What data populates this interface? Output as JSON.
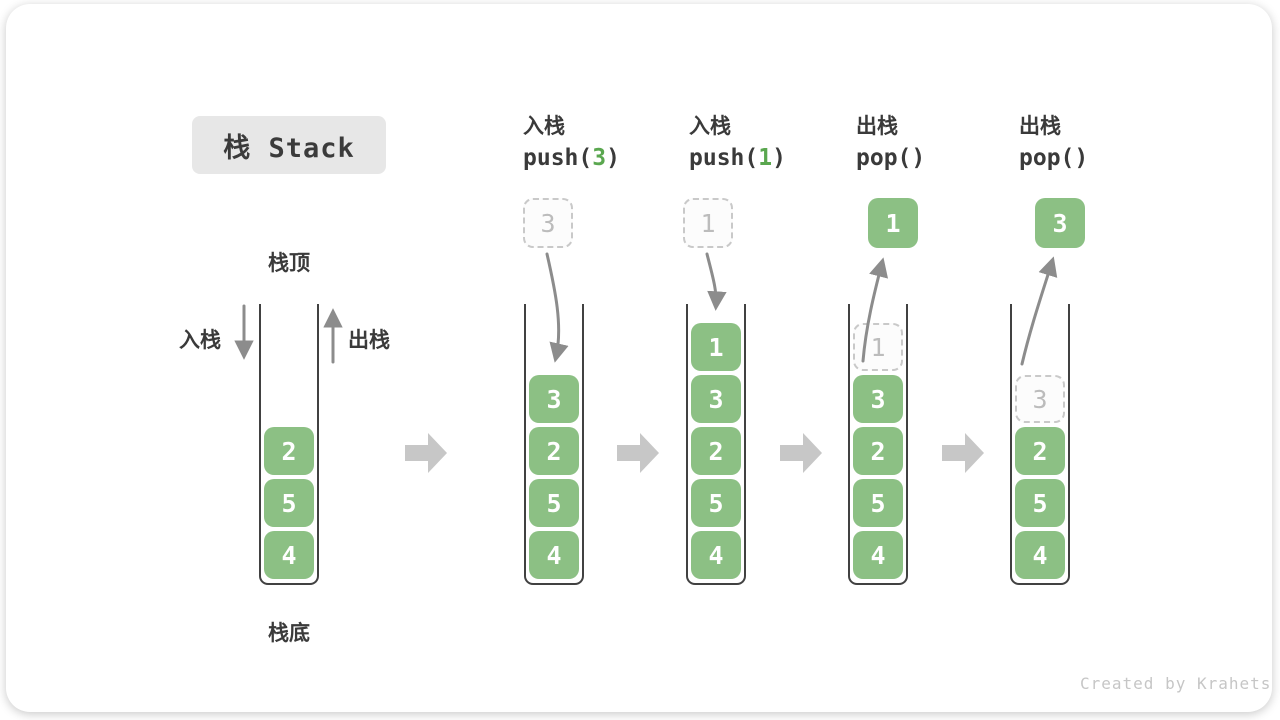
{
  "diagram": {
    "title": "栈 Stack",
    "watermark": "Created by Krahets",
    "side_labels": {
      "top": "栈顶",
      "bottom": "栈底",
      "push": "入栈",
      "pop": "出栈"
    },
    "colors": {
      "cell_green": "#8cc084",
      "accent_green": "#5aa74f",
      "flow_arrow_gray": "#8c8c8c",
      "block_arrow_gray": "#c7c7c7",
      "ghost_border": "#c9c9c9",
      "ghost_text": "#bcbcbc",
      "container_wall": "#414141",
      "title_bg": "#e7e7e7",
      "text_dark": "#3a3a3a",
      "watermark_gray": "#c6c6c6"
    },
    "columns": [
      {
        "id": "initial",
        "cells": [
          "2",
          "5",
          "4"
        ]
      },
      {
        "id": "push-3",
        "label": "入栈",
        "code_pre": "push(",
        "code_arg": "3",
        "code_post": ")",
        "floating": "3",
        "cells": [
          "3",
          "2",
          "5",
          "4"
        ]
      },
      {
        "id": "push-1",
        "label": "入栈",
        "code_pre": "push(",
        "code_arg": "1",
        "code_post": ")",
        "floating": "1",
        "cells": [
          "1",
          "3",
          "2",
          "5",
          "4"
        ]
      },
      {
        "id": "pop-first",
        "label": "出栈",
        "code_pre": "pop(",
        "code_arg": "",
        "code_post": ")",
        "floating": "1",
        "ghost": "1",
        "cells": [
          "3",
          "2",
          "5",
          "4"
        ]
      },
      {
        "id": "pop-second",
        "label": "出栈",
        "code_pre": "pop(",
        "code_arg": "",
        "code_post": ")",
        "floating": "3",
        "ghost": "3",
        "cells": [
          "2",
          "5",
          "4"
        ]
      }
    ]
  }
}
